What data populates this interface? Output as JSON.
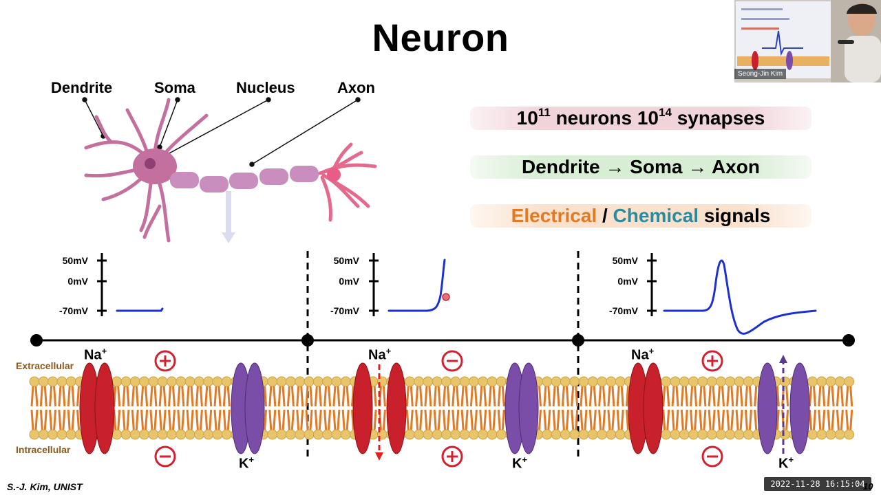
{
  "slide": {
    "title": "Neuron",
    "labels": {
      "dendrite": "Dendrite",
      "soma": "Soma",
      "nucleus": "Nucleus",
      "axon": "Axon"
    },
    "facts": {
      "neurons_base": "10",
      "neurons_exp": "11",
      "neurons_word": "neurons",
      "synapses_base": "10",
      "synapses_exp": "14",
      "synapses_word": "synapses",
      "flow": "Dendrite → Soma → Axon",
      "electrical": "Electrical",
      "slash": " / ",
      "chemical": "Chemical",
      "signals": " signals"
    },
    "voltage_labels": [
      "50mV",
      "0mV",
      "-70mV"
    ],
    "membrane": {
      "extracellular": "Extracellular",
      "intracellular": "Intracellular",
      "na_base": "Na",
      "k_base": "K",
      "charge_plus": "+"
    },
    "footer": "S.-J. Kim, UNIST",
    "page_number": "10"
  },
  "video": {
    "participant_name": "Seong-Jin Kim",
    "timestamp": "2022-11-28  16:15:04"
  },
  "colors": {
    "neuron": "#c4709f",
    "sodium_channel": "#c8212b",
    "potassium_channel": "#7a4ea8",
    "trace": "#1d2fd0",
    "lipid_head": "#e8c46a",
    "lipid_tail": "#e07a25",
    "charge_sign": "#d32030"
  }
}
